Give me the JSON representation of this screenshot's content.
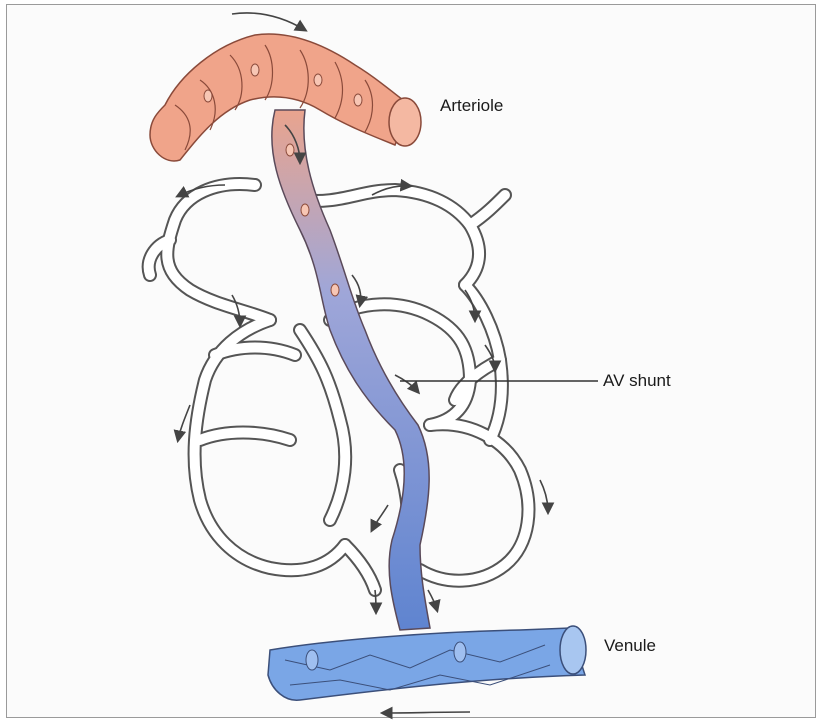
{
  "labels": {
    "arteriole": "Arteriole",
    "av_shunt": "AV shunt",
    "venule": "Venule"
  },
  "colors": {
    "arteriole": "#f0a48a",
    "arteriole_edge": "#8a4a3a",
    "shunt": "#7e9fd8",
    "venule": "#7aa6e6",
    "vessel_line": "#555555",
    "arrow": "#444444"
  }
}
